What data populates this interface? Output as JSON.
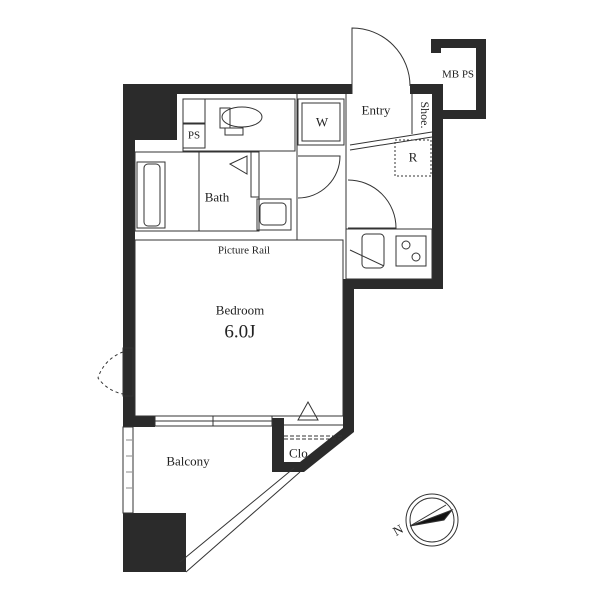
{
  "floor_plan": {
    "rooms": {
      "entry": "Entry",
      "shoe": "Shoe.",
      "mbps": "MB PS",
      "washer": "W",
      "refrigerator": "R",
      "ps": "PS",
      "bath": "Bath",
      "picture_rail": "Picture Rail",
      "bedroom": "Bedroom",
      "bedroom_size": "6.0J",
      "closet": "Clo.",
      "balcony": "Balcony"
    },
    "compass": {
      "label": "N"
    },
    "colors": {
      "wall": "#2b2b2b",
      "line": "#333333",
      "background": "#ffffff"
    }
  }
}
